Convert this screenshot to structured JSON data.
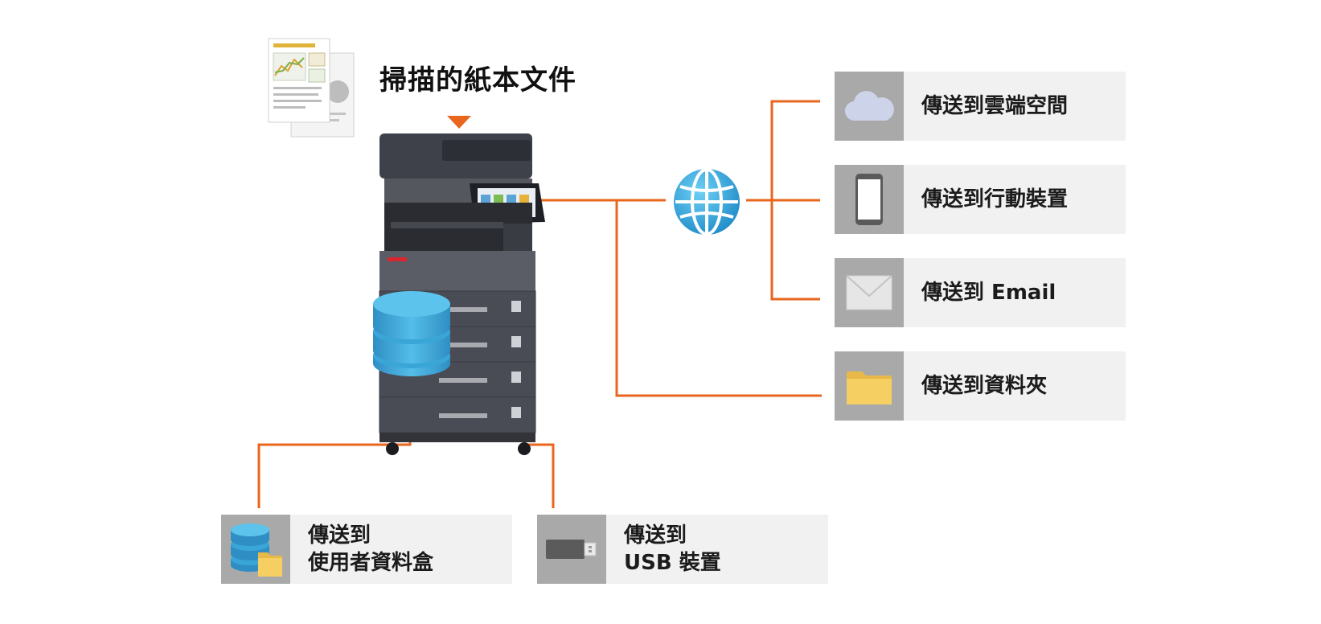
{
  "title": "掃描的紙本文件",
  "destinations": {
    "cloud": "傳送到雲端空間",
    "mobile": "傳送到行動裝置",
    "email": "傳送到 Email",
    "folder": "傳送到資料夾",
    "userbox_line1": "傳送到",
    "userbox_line2": "使用者資料盒",
    "usb_line1": "傳送到",
    "usb_line2": "USB 裝置"
  },
  "colors": {
    "wire": "#e8661e",
    "panel": "#f1f1f1",
    "icon_box": "#a9a9a9",
    "globe": "#2aa3d8",
    "database": "#3ea8d6",
    "folder": "#f6cf63",
    "printer_body": "#4a4c55"
  },
  "icons": [
    "document-icon",
    "arrow-down-icon",
    "printer-icon",
    "database-icon",
    "globe-icon",
    "cloud-icon",
    "phone-icon",
    "mail-icon",
    "folder-icon",
    "usb-icon"
  ]
}
